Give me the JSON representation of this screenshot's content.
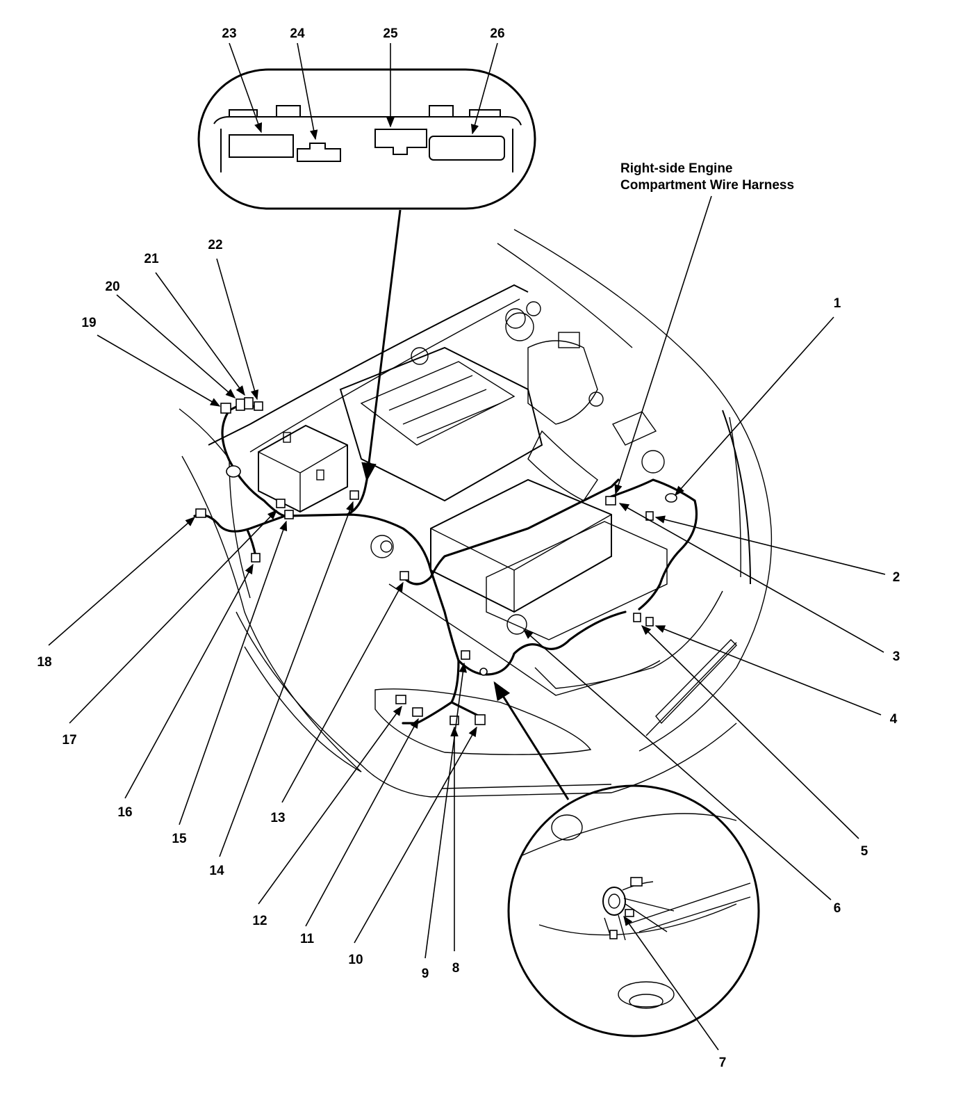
{
  "harness_label": {
    "line1": "Right-side Engine",
    "line2": "Compartment Wire Harness"
  },
  "callouts": {
    "c1": "1",
    "c2": "2",
    "c3": "3",
    "c4": "4",
    "c5": "5",
    "c6": "6",
    "c7": "7",
    "c8": "8",
    "c9": "9",
    "c10": "10",
    "c11": "11",
    "c12": "12",
    "c13": "13",
    "c14": "14",
    "c15": "15",
    "c16": "16",
    "c17": "17",
    "c18": "18",
    "c19": "19",
    "c20": "20",
    "c21": "21",
    "c22": "22",
    "c23": "23",
    "c24": "24",
    "c25": "25",
    "c26": "26"
  }
}
